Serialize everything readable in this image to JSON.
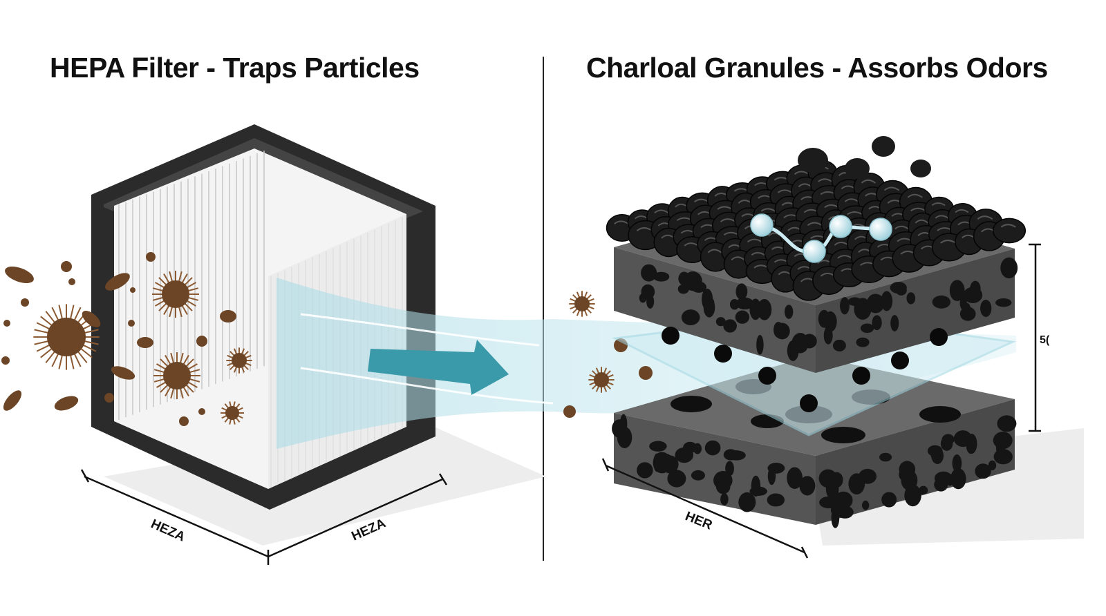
{
  "left_panel": {
    "title": "HEPA Filter - Traps Particles",
    "dim_label_front": "HEZA",
    "dim_label_side": "HEZA"
  },
  "right_panel": {
    "title": "Charloal Granules - Assorbs Odors",
    "dim_label_front": "HER",
    "dim_label_height": "5("
  },
  "colors": {
    "frame": "#2b2b2b",
    "pleat": "#f4f4f4",
    "particle": "#6b4526",
    "airflow": "#bfe6ee",
    "arrow": "#3a9aaa",
    "charcoal": "#1c1c1c",
    "block": "#5a5a5a",
    "molecule": "#cdebf2"
  }
}
